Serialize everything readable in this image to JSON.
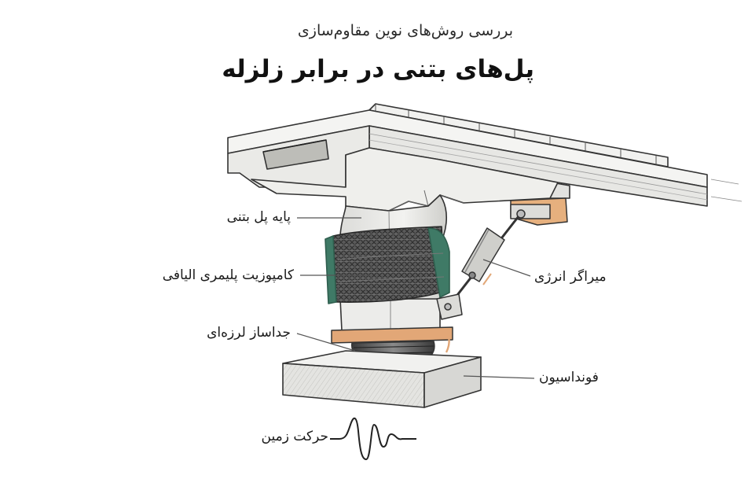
{
  "header": {
    "subtitle": "بررسی روش‌های نوین مقاوم‌سازی",
    "title": "پل‌های بتنی در برابر زلزله"
  },
  "labels": {
    "pier": "پایه پل بتنی",
    "frp": "کامپوزیت پلیمری الیافی",
    "isolator": "جداساز لرزه‌ای",
    "damper": "میراگر انرژی",
    "foundation": "فونداسیون",
    "ground_motion": "حرکت زمین"
  },
  "colors": {
    "ink": "#333333",
    "concrete": "#eeeeec",
    "concrete_shade": "#d7d7d4",
    "frp": "#555555",
    "frp_edge": "#3f7a66",
    "isolator_plate": "#e2a777",
    "isolator_rubber": "#4a4a4a",
    "damper_plate": "#e6b07e"
  }
}
